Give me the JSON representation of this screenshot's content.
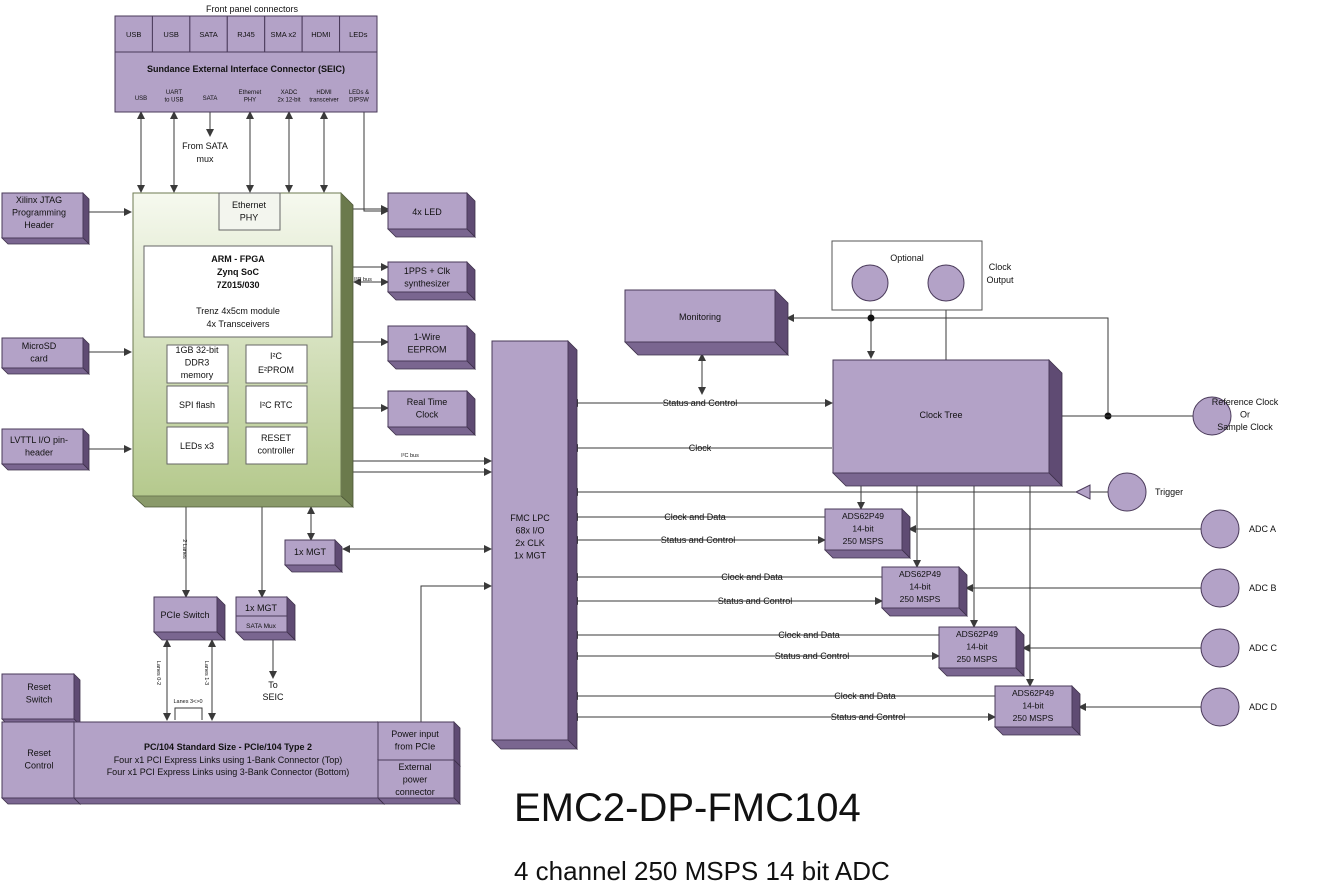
{
  "front_panel": {
    "title": "Front panel connectors",
    "connectors": [
      "USB",
      "USB",
      "SATA",
      "RJ45",
      "SMA x2",
      "HDMI",
      "LEDs"
    ],
    "seic_title": "Sundance External Interface Connector (SEIC)",
    "seic_ports": [
      [
        "USB"
      ],
      [
        "UART",
        "to USB"
      ],
      [
        "SATA"
      ],
      [
        "Ethernet",
        "PHY"
      ],
      [
        "XADC",
        "2x 12-bit"
      ],
      [
        "HDMI",
        "transceiver"
      ],
      [
        "LEDs &",
        "DIPSW"
      ]
    ],
    "from_sata_mux": [
      "From SATA",
      "mux"
    ]
  },
  "left_blocks": {
    "jtag": [
      "Xilinx JTAG",
      "Programming",
      "Header"
    ],
    "microsd": [
      "MicroSD",
      "card"
    ],
    "lvttl": [
      "LVTTL I/O pin-",
      "header"
    ],
    "reset_switch": [
      "Reset",
      "Switch"
    ],
    "reset_control": [
      "Reset",
      "Control"
    ]
  },
  "module": {
    "ethernet_phy": [
      "Ethernet",
      "PHY"
    ],
    "soc": [
      "ARM - FPGA",
      "Zynq SoC",
      "7Z015/030",
      "",
      "Trenz 4x5cm module",
      "4x Transceivers"
    ],
    "ddr": [
      "1GB 32-bit",
      "DDR3",
      "memory"
    ],
    "eeprom_l1": "I",
    "eeprom_l1_sup": "2",
    "eeprom_l1_rest": "C",
    "eeprom_l2": "E",
    "eeprom_l2_sup": "2",
    "eeprom_l2_rest": "PROM",
    "spi_flash": "SPI flash",
    "rtc": "I",
    "rtc_sup": "2",
    "rtc_rest": "C RTC",
    "leds": "LEDs x3",
    "reset": [
      "RESET",
      "controller"
    ]
  },
  "right_of_module": {
    "led4": "4x LED",
    "pps": [
      "1PPS + Clk",
      "synthesizer"
    ],
    "i2c_bus_small": "I²C bus",
    "onewire": [
      "1-Wire",
      "EEPROM"
    ],
    "rtc": [
      "Real Time",
      "Clock"
    ],
    "i2c_bus": "I²C bus"
  },
  "lower_blocks": {
    "mgt1": "1x MGT",
    "pcie_switch": "PCIe Switch",
    "mgt2": "1x MGT",
    "sata_mux": "SATA Mux",
    "to_seic": [
      "To",
      "SEIC"
    ],
    "lanes_2": "2 Lanes",
    "lanes_02": "Lanes 0-2",
    "lanes_13": "Lanes 1-3",
    "lanes_30": "Lanes 3<>0"
  },
  "pc104": {
    "title": "PC/104 Standard Size -  PCIe/104 Type 2",
    "line1": "Four x1 PCI Express Links using 1-Bank Connector (Top)",
    "line2": "Four x1 PCI Express Links using 3-Bank Connector (Bottom)",
    "power_pcie": [
      "Power input",
      "from PCIe"
    ],
    "ext_power": [
      "External",
      "power",
      "connector"
    ]
  },
  "fmc": [
    "FMC LPC",
    "68x I/O",
    "2x CLK",
    "1x MGT"
  ],
  "monitoring": "Monitoring",
  "optional": "Optional",
  "clock_output": [
    "Clock",
    "Output"
  ],
  "clock_tree": "Clock Tree",
  "reference_clock": [
    "Reference Clock",
    "Or",
    "Sample Clock"
  ],
  "trigger": "Trigger",
  "status_control": "Status and Control",
  "clock": "Clock",
  "clock_and_data": "Clock and Data",
  "adc_chip": [
    "ADS62P49",
    "14-bit",
    "250 MSPS"
  ],
  "adcs": [
    "ADC A",
    "ADC B",
    "ADC C",
    "ADC D"
  ],
  "title": "EMC2-DP-FMC104",
  "subtitle": "4 channel 250 MSPS 14 bit ADC",
  "colors": {
    "box_face": "#b3a2c7",
    "box_side": "#5f4b73",
    "box_top": "#cfc3de",
    "module_top": "#f4f8ec",
    "module_bottom": "#b8cc92",
    "module_side": "#6b7a4c",
    "line": "#404040"
  }
}
